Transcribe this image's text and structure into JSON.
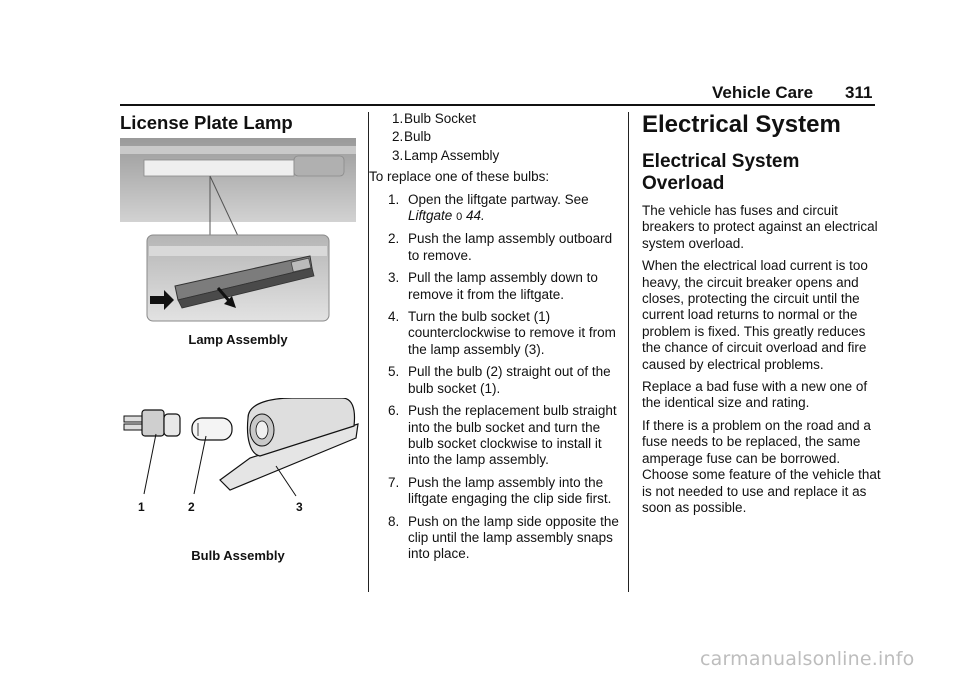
{
  "header": {
    "section": "Vehicle Care",
    "page_number": "311"
  },
  "left": {
    "title": "License Plate Lamp",
    "figure1_caption": "Lamp Assembly",
    "figure2_caption": "Bulb Assembly",
    "figure2_callouts": [
      "1",
      "2",
      "3"
    ]
  },
  "middle": {
    "legend": [
      {
        "num": "1.",
        "text": "Bulb Socket"
      },
      {
        "num": "2.",
        "text": "Bulb"
      },
      {
        "num": "3.",
        "text": "Lamp Assembly"
      }
    ],
    "intro": "To replace one of these bulbs:",
    "steps": [
      {
        "num": "1.",
        "text": "Open the liftgate partway. See",
        "xref_label": "Liftgate",
        "xref_symbol": "0",
        "xref_page": "44",
        "xref_end": "."
      },
      {
        "num": "2.",
        "text": "Push the lamp assembly outboard to remove."
      },
      {
        "num": "3.",
        "text": "Pull the lamp assembly down to remove it from the liftgate."
      },
      {
        "num": "4.",
        "text": "Turn the bulb socket (1) counterclockwise to remove it from the lamp assembly (3)."
      },
      {
        "num": "5.",
        "text": "Pull the bulb (2) straight out of the bulb socket (1)."
      },
      {
        "num": "6.",
        "text": "Push the replacement bulb straight into the bulb socket and turn the bulb socket clockwise to install it into the lamp assembly."
      },
      {
        "num": "7.",
        "text": "Push the lamp assembly into the liftgate engaging the clip side first."
      },
      {
        "num": "8.",
        "text": "Push on the lamp side opposite the clip until the lamp assembly snaps into place."
      }
    ]
  },
  "right": {
    "h1": "Electrical System",
    "h2": "Electrical System Overload",
    "paragraphs": [
      "The vehicle has fuses and circuit breakers to protect against an electrical system overload.",
      "When the electrical load current is too heavy, the circuit breaker opens and closes, protecting the circuit until the current load returns to normal or the problem is fixed. This greatly reduces the chance of circuit overload and fire caused by electrical problems.",
      "Replace a bad fuse with a new one of the identical size and rating.",
      "If there is a problem on the road and a fuse needs to be replaced, the same amperage fuse can be borrowed. Choose some feature of the vehicle that is not needed to use and replace it as soon as possible."
    ]
  },
  "watermark": "carmanualsonline.info"
}
